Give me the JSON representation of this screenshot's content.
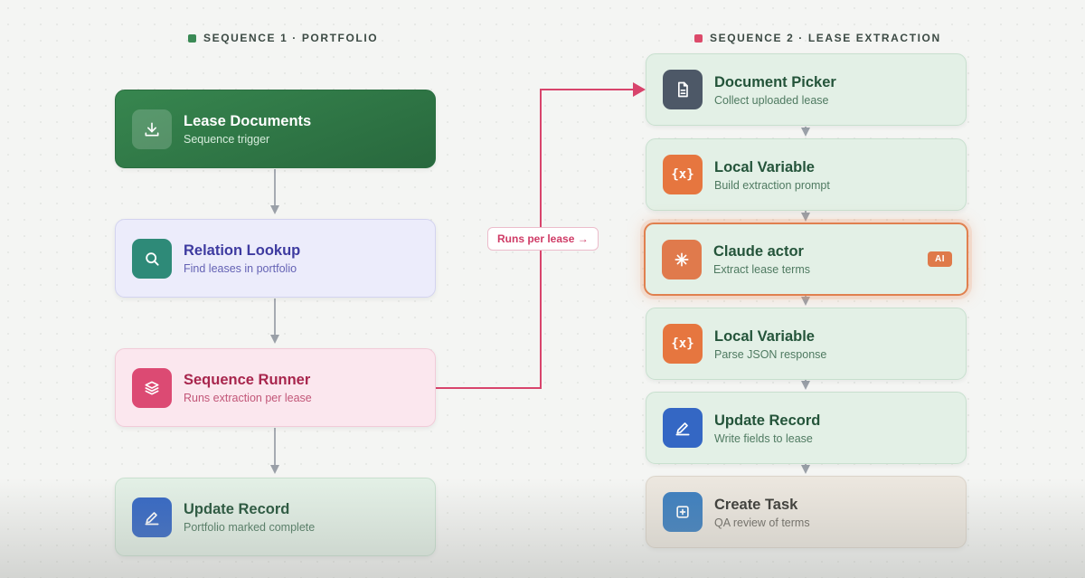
{
  "sequence1": {
    "label": "SEQUENCE 1 · PORTFOLIO",
    "dot_color": "#3a8a55",
    "nodes": [
      {
        "title": "Lease Documents",
        "subtitle": "Sequence trigger",
        "icon": "download-icon",
        "color": "#2f7a47"
      },
      {
        "title": "Relation Lookup",
        "subtitle": "Find leases in portfolio",
        "icon": "search-icon",
        "color": "#2e8a78"
      },
      {
        "title": "Sequence Runner",
        "subtitle": "Runs extraction per lease",
        "icon": "layers-icon",
        "color": "#dc4a73"
      },
      {
        "title": "Update Record",
        "subtitle": "Portfolio marked complete",
        "icon": "pencil-icon",
        "color": "#3467c4"
      }
    ]
  },
  "sequence2": {
    "label": "SEQUENCE 2 · LEASE EXTRACTION",
    "dot_color": "#dc4a6a",
    "nodes": [
      {
        "title": "Document Picker",
        "subtitle": "Collect uploaded lease",
        "icon": "document-icon",
        "color": "#4d5867"
      },
      {
        "title": "Local Variable",
        "subtitle": "Build extraction prompt",
        "icon": "variable-icon",
        "glyph": "{x}",
        "color": "#e6763f"
      },
      {
        "title": "Claude actor",
        "subtitle": "Extract lease terms",
        "icon": "sparkle-icon",
        "badge": "AI",
        "color": "#e07a4c"
      },
      {
        "title": "Local Variable",
        "subtitle": "Parse JSON response",
        "icon": "variable-icon",
        "glyph": "{x}",
        "color": "#e6763f"
      },
      {
        "title": "Update Record",
        "subtitle": "Write fields to lease",
        "icon": "pencil-icon",
        "color": "#3467c4"
      },
      {
        "title": "Create Task",
        "subtitle": "QA review of terms",
        "icon": "plus-square-icon",
        "color": "#3d7fbf"
      }
    ]
  },
  "connector": {
    "label": "Runs per lease →",
    "color": "#d8446c"
  }
}
